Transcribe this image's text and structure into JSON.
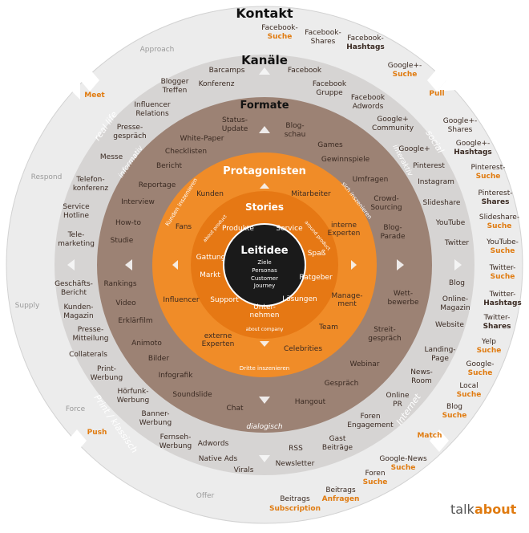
{
  "rings": {
    "kontakt": "Kontakt",
    "kanaele": "Kanäle",
    "formate": "Formate",
    "protagonisten": "Protagonisten",
    "stories": "Stories",
    "leitidee": "Leitidee"
  },
  "core": {
    "l1": "Ziele",
    "l2": "Personas",
    "l3": "Customer",
    "l4": "Journey"
  },
  "outer_labels": {
    "approach": "Approach",
    "respond": "Respond",
    "supply": "Supply",
    "force": "Force",
    "offer": "Offer"
  },
  "badges": {
    "meet": "Meet",
    "pull": "Pull",
    "push": "Push",
    "match": "Match"
  },
  "arc_labels": {
    "real_life": "real life",
    "social": "social",
    "print": "Print / klassisch",
    "internet": "Internet",
    "informativ": "informativ",
    "interaktiv": "interaktiv",
    "dialogisch": "dialogisch",
    "kunden_inszenieren": "Kunden inszenieren",
    "sich_inszenieren": "sich inszenieren",
    "dritte_inszenieren": "Dritte inszenieren",
    "about_product": "about product",
    "around_product": "around product",
    "about_company": "about company"
  },
  "stories_items": {
    "produkte": "Produkte",
    "service": "Service",
    "gattung": "Gattung",
    "spass": "Spaß",
    "markt": "Markt",
    "ratgeber": "Ratgeber",
    "support": "Support",
    "loesungen": "Lösungen",
    "unternehmen1": "Unter-",
    "unternehmen2": "nehmen"
  },
  "protagonisten_items": {
    "kunden": "Kunden",
    "mitarbeiter": "Mitarbeiter",
    "fans": "Fans",
    "interne1": "interne",
    "interne2": "Experten",
    "influencer": "Influencer",
    "management1": "Manage-",
    "management2": "ment",
    "externe1": "externe",
    "externe2": "Experten",
    "team": "Team",
    "celebrities": "Celebrities"
  },
  "formate_items": {
    "status1": "Status-",
    "status2": "Update",
    "blog1": "Blog-",
    "blog2": "schau",
    "white_paper": "White-Paper",
    "checklisten": "Checklisten",
    "games": "Games",
    "bericht": "Bericht",
    "gewinnspiele": "Gewinnspiele",
    "reportage": "Reportage",
    "umfragen": "Umfragen",
    "interview": "Interview",
    "crowd1": "Crowd-",
    "crowd2": "Sourcing",
    "howto": "How-to",
    "blogparade1": "Blog-",
    "blogparade2": "Parade",
    "studie": "Studie",
    "rankings": "Rankings",
    "video": "Video",
    "wettbewerbe1": "Wett-",
    "wettbewerbe2": "bewerbe",
    "erklaerfilm": "Erklärfilm",
    "streit1": "Streit-",
    "streit2": "gespräch",
    "animoto": "Animoto",
    "bilder": "Bilder",
    "webinar": "Webinar",
    "infografik": "Infografik",
    "gespraech": "Gespräch",
    "soundslide": "Soundslide",
    "hangout": "Hangout",
    "chat": "Chat"
  },
  "kanaele_items": {
    "barcamps": "Barcamps",
    "facebook": "Facebook",
    "blogger1": "Blogger",
    "blogger2": "Treffen",
    "konferenz": "Konferenz",
    "fbgruppe1": "Facebook",
    "fbgruppe2": "Gruppe",
    "influencer_rel1": "Influencer",
    "influencer_rel2": "Relations",
    "fbadwords1": "Facebook",
    "fbadwords2": "Adwords",
    "presse1": "Presse-",
    "presse2": "gespräch",
    "gcommunity1": "Google+",
    "gcommunity2": "Community",
    "messe": "Messe",
    "googleplus": "Google+",
    "telefon1": "Telefon-",
    "telefon2": "konferenz",
    "pinterest": "Pinterest",
    "instagram": "Instagram",
    "hotline1": "Service",
    "hotline2": "Hotline",
    "slideshare": "Slideshare",
    "tele1": "Tele-",
    "tele2": "marketing",
    "youtube": "YouTube",
    "twitter": "Twitter",
    "geschaeft1": "Geschäfts-",
    "geschaeft2": "Bericht",
    "blog": "Blog",
    "kundenmag1": "Kunden-",
    "kundenmag2": "Magazin",
    "onlinemag1": "Online-",
    "onlinemag2": "Magazin",
    "pm1": "Presse-",
    "pm2": "Mitteilung",
    "website": "Website",
    "collaterals": "Collaterals",
    "landing1": "Landing-",
    "landing2": "Page",
    "print1": "Print-",
    "print2": "Werbung",
    "newsroom1": "News-",
    "newsroom2": "Room",
    "hoerfunk1": "Hörfunk-",
    "hoerfunk2": "Werbung",
    "onlinepr1": "Online",
    "onlinepr2": "PR",
    "banner1": "Banner-",
    "banner2": "Werbung",
    "foren1": "Foren",
    "foren2": "Engagement",
    "fernseh1": "Fernseh-",
    "fernseh2": "Werbung",
    "adwords": "Adwords",
    "gast1": "Gast",
    "gast2": "Beiträge",
    "nativeads": "Native Ads",
    "rss": "RSS",
    "virals": "Virals",
    "newsletter": "Newsletter"
  },
  "kontakt_items": {
    "fbsuche1": "Facebook-",
    "fbsuche2": "Suche",
    "fbshares1": "Facebook-",
    "fbshares2": "Shares",
    "fbhash1": "Facebook-",
    "fbhash2": "Hashtags",
    "gsuche1": "Google+-",
    "gsuche2": "Suche",
    "gshares1": "Google+-",
    "gshares2": "Shares",
    "ghash1": "Google+-",
    "ghash2": "Hashtags",
    "psuche1": "Pinterest-",
    "psuche2": "Suche",
    "pshares1": "Pinterest-",
    "pshares2": "Shares",
    "ssuche1": "Slideshare-",
    "ssuche2": "Suche",
    "ysuche1": "YouTube-",
    "ysuche2": "Suche",
    "tsuche1": "Twitter-",
    "tsuche2": "Suche",
    "thash1": "Twitter-",
    "thash2": "Hashtags",
    "tshares1": "Twitter-",
    "tshares2": "Shares",
    "yelp1": "Yelp",
    "yelp2": "Suche",
    "googlesuche1": "Google-",
    "googlesuche2": "Suche",
    "local1": "Local",
    "local2": "Suche",
    "blogsuche1": "Blog",
    "blogsuche2": "Suche",
    "gnews1": "Google-News",
    "gnews2": "Suche",
    "forensuche1": "Foren",
    "forensuche2": "Suche",
    "ban1": "Beitrags",
    "ban2": "Anfragen",
    "bsub1": "Beitrags",
    "bsub2": "Subscription"
  },
  "logo": {
    "talk": "talk",
    "about": "about"
  },
  "colors": {
    "outer_ring": "#ebebeb",
    "kanaele_ring": "#d6d4d3",
    "formate_ring": "#9c8274",
    "protagonisten_ring": "#f08c28",
    "stories_ring": "#e67814",
    "core": "#000000",
    "accent": "#e07b10",
    "badge_text": "#e07b10"
  }
}
